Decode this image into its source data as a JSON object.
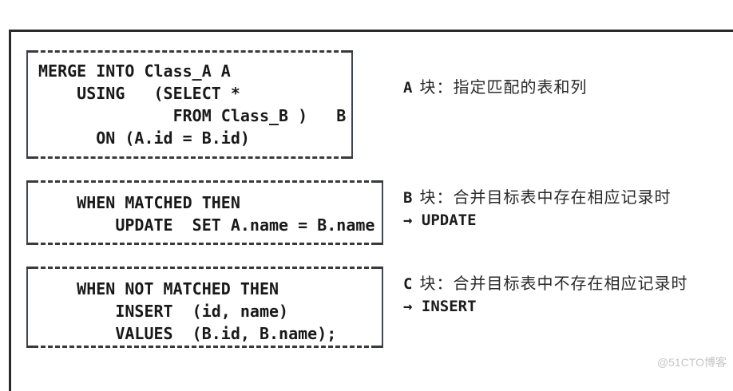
{
  "watermark": "@51CTO博客",
  "colors": {
    "background": "#ffffff",
    "frame_border": "#2b2b2b",
    "box_dash_border": "#3a3a3a",
    "box_side_border": "#3d4654",
    "code_text": "#191919",
    "annotation_text": "#2a2a2a",
    "watermark_text": "#c6c6c6"
  },
  "blocks": [
    {
      "code": "MERGE INTO Class_A A\n    USING   (SELECT *\n              FROM Class_B )   B\n      ON (A.id = B.id)",
      "label_letter": "A",
      "label_text": "块：指定匹配的表和列",
      "arrow_line": ""
    },
    {
      "code": "    WHEN MATCHED THEN\n        UPDATE  SET A.name = B.name",
      "label_letter": "B",
      "label_text": "块：合并目标表中存在相应记录时",
      "arrow_line": "→ UPDATE"
    },
    {
      "code": "    WHEN NOT MATCHED THEN\n        INSERT  (id, name)\n        VALUES  (B.id, B.name);",
      "label_letter": "C",
      "label_text": "块：合并目标表中不存在相应记录时",
      "arrow_line": "→ INSERT"
    }
  ]
}
